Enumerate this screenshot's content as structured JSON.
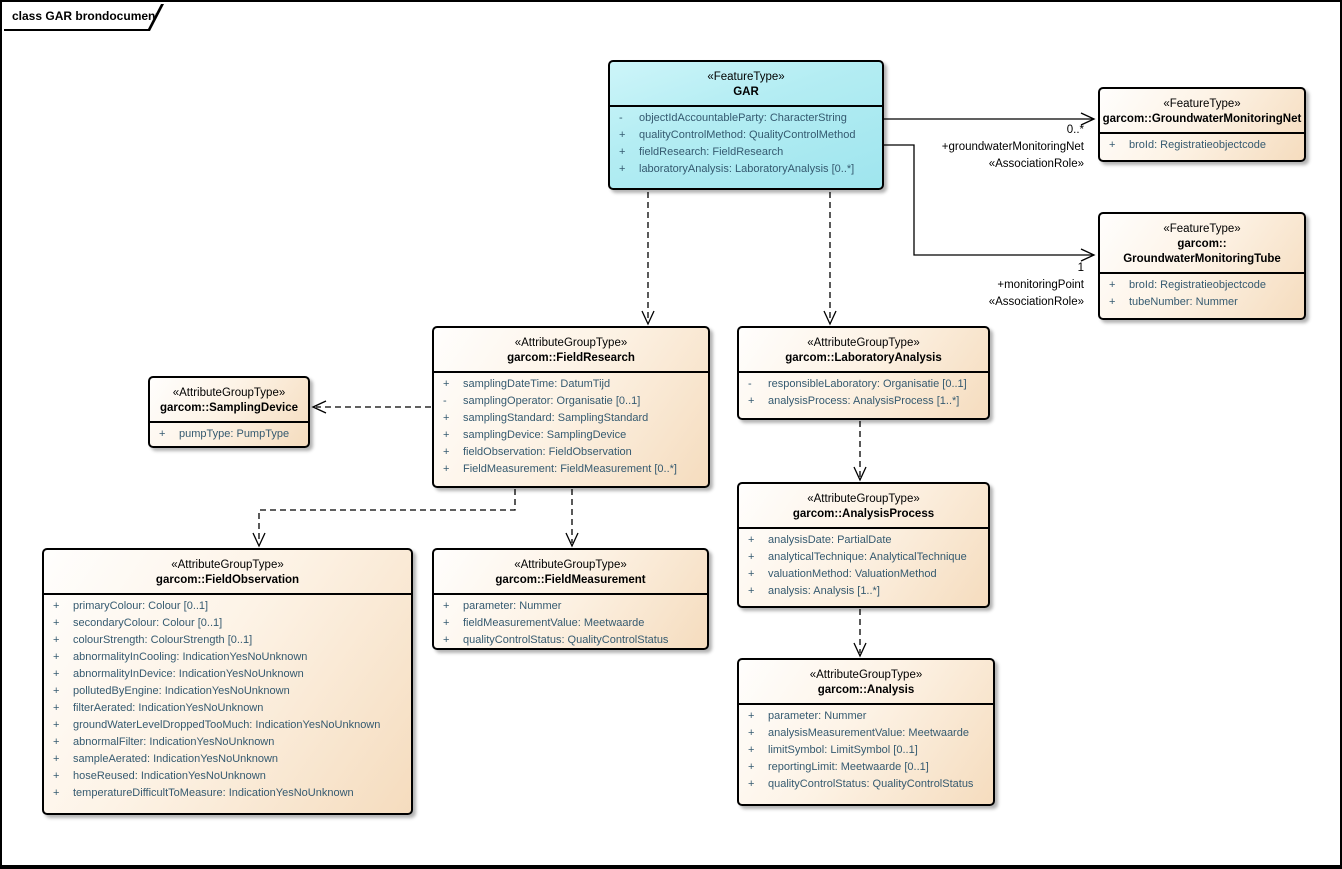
{
  "frame": {
    "title": "class GAR brondocument"
  },
  "classes": {
    "gar": {
      "stereotype": "«FeatureType»",
      "name_lines": [
        "GAR"
      ],
      "attributes": [
        {
          "vis": "-",
          "text": "objectIdAccountableParty: CharacterString"
        },
        {
          "vis": "+",
          "text": "qualityControlMethod: QualityControlMethod"
        },
        {
          "vis": "+",
          "text": "fieldResearch: FieldResearch"
        },
        {
          "vis": "+",
          "text": "laboratoryAnalysis: LaboratoryAnalysis [0..*]"
        }
      ]
    },
    "net": {
      "stereotype": "«FeatureType»",
      "name_lines": [
        "garcom::GroundwaterMonitoringNet"
      ],
      "attributes": [
        {
          "vis": "+",
          "text": "broId: Registratieobjectcode"
        }
      ]
    },
    "tube": {
      "stereotype": "«FeatureType»",
      "name_lines": [
        "garcom::",
        "GroundwaterMonitoringTube"
      ],
      "attributes": [
        {
          "vis": "+",
          "text": "broId: Registratieobjectcode"
        },
        {
          "vis": "+",
          "text": "tubeNumber: Nummer"
        }
      ]
    },
    "fieldResearch": {
      "stereotype": "«AttributeGroupType»",
      "name_lines": [
        "garcom::FieldResearch"
      ],
      "attributes": [
        {
          "vis": "+",
          "text": "samplingDateTime: DatumTijd"
        },
        {
          "vis": "-",
          "text": "samplingOperator: Organisatie [0..1]"
        },
        {
          "vis": "+",
          "text": "samplingStandard: SamplingStandard"
        },
        {
          "vis": "+",
          "text": "samplingDevice: SamplingDevice"
        },
        {
          "vis": "+",
          "text": "fieldObservation: FieldObservation"
        },
        {
          "vis": "+",
          "text": "FieldMeasurement: FieldMeasurement [0..*]"
        }
      ]
    },
    "labAnalysis": {
      "stereotype": "«AttributeGroupType»",
      "name_lines": [
        "garcom::LaboratoryAnalysis"
      ],
      "attributes": [
        {
          "vis": "-",
          "text": "responsibleLaboratory: Organisatie [0..1]"
        },
        {
          "vis": "+",
          "text": "analysisProcess: AnalysisProcess [1..*]"
        }
      ]
    },
    "samplingDevice": {
      "stereotype": "«AttributeGroupType»",
      "name_lines": [
        "garcom::SamplingDevice"
      ],
      "attributes": [
        {
          "vis": "+",
          "text": "pumpType: PumpType"
        }
      ]
    },
    "fieldObservation": {
      "stereotype": "«AttributeGroupType»",
      "name_lines": [
        "garcom::FieldObservation"
      ],
      "attributes": [
        {
          "vis": "+",
          "text": "primaryColour: Colour [0..1]"
        },
        {
          "vis": "+",
          "text": "secondaryColour: Colour [0..1]"
        },
        {
          "vis": "+",
          "text": "colourStrength: ColourStrength [0..1]"
        },
        {
          "vis": "+",
          "text": "abnormalityInCooling: IndicationYesNoUnknown"
        },
        {
          "vis": "+",
          "text": "abnormalityInDevice: IndicationYesNoUnknown"
        },
        {
          "vis": "+",
          "text": "pollutedByEngine: IndicationYesNoUnknown"
        },
        {
          "vis": "+",
          "text": "filterAerated: IndicationYesNoUnknown"
        },
        {
          "vis": "+",
          "text": "groundWaterLevelDroppedTooMuch: IndicationYesNoUnknown"
        },
        {
          "vis": "+",
          "text": "abnormalFilter: IndicationYesNoUnknown"
        },
        {
          "vis": "+",
          "text": "sampleAerated: IndicationYesNoUnknown"
        },
        {
          "vis": "+",
          "text": "hoseReused: IndicationYesNoUnknown"
        },
        {
          "vis": "+",
          "text": "temperatureDifficultToMeasure: IndicationYesNoUnknown"
        }
      ]
    },
    "fieldMeasurement": {
      "stereotype": "«AttributeGroupType»",
      "name_lines": [
        "garcom::FieldMeasurement"
      ],
      "attributes": [
        {
          "vis": "+",
          "text": "parameter: Nummer"
        },
        {
          "vis": "+",
          "text": "fieldMeasurementValue: Meetwaarde"
        },
        {
          "vis": "+",
          "text": "qualityControlStatus: QualityControlStatus"
        }
      ]
    },
    "analysisProcess": {
      "stereotype": "«AttributeGroupType»",
      "name_lines": [
        "garcom::AnalysisProcess"
      ],
      "attributes": [
        {
          "vis": "+",
          "text": "analysisDate: PartialDate"
        },
        {
          "vis": "+",
          "text": "analyticalTechnique: AnalyticalTechnique"
        },
        {
          "vis": "+",
          "text": "valuationMethod: ValuationMethod"
        },
        {
          "vis": "+",
          "text": "analysis: Analysis [1..*]"
        }
      ]
    },
    "analysis": {
      "stereotype": "«AttributeGroupType»",
      "name_lines": [
        "garcom::Analysis"
      ],
      "attributes": [
        {
          "vis": "+",
          "text": "parameter: Nummer"
        },
        {
          "vis": "+",
          "text": "analysisMeasurementValue: Meetwaarde"
        },
        {
          "vis": "+",
          "text": "limitSymbol: LimitSymbol [0..1]"
        },
        {
          "vis": "+",
          "text": "reportingLimit: Meetwaarde [0..1]"
        },
        {
          "vis": "+",
          "text": "qualityControlStatus: QualityControlStatus"
        }
      ]
    }
  },
  "associations": {
    "net": {
      "multiplicity": "0..*",
      "role": "+groundwaterMonitoringNet",
      "stereotype": "«AssociationRole»"
    },
    "tube": {
      "multiplicity": "1",
      "role": "+monitoringPoint",
      "stereotype": "«AssociationRole»"
    }
  },
  "colors": {
    "feature_header": "#aee9f1",
    "group_fill": "#f5dcbe",
    "attribute_text": "#355a70",
    "line": "#000000"
  }
}
